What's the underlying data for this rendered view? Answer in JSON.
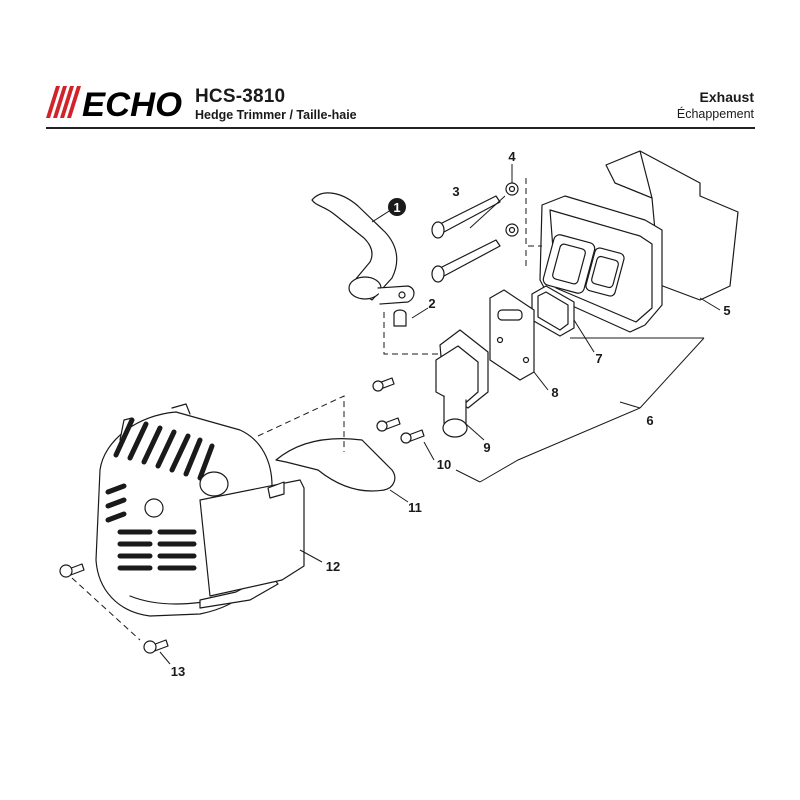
{
  "header": {
    "brand": "ECHO",
    "model": "HCS-3810",
    "subtitle": "Hedge Trimmer / Taille-haie",
    "section_title": "Exhaust",
    "section_subtitle": "Échappement"
  },
  "callouts": {
    "c1": "1",
    "c2": "2",
    "c3": "3",
    "c4": "4",
    "c5": "5",
    "c6": "6",
    "c7": "7",
    "c8": "8",
    "c9": "9",
    "c10": "10",
    "c11": "11",
    "c12": "12",
    "c13": "13"
  },
  "colors": {
    "brand_red": "#d2232a",
    "line": "#1a1a1a",
    "part_fill": "#ffffff"
  }
}
